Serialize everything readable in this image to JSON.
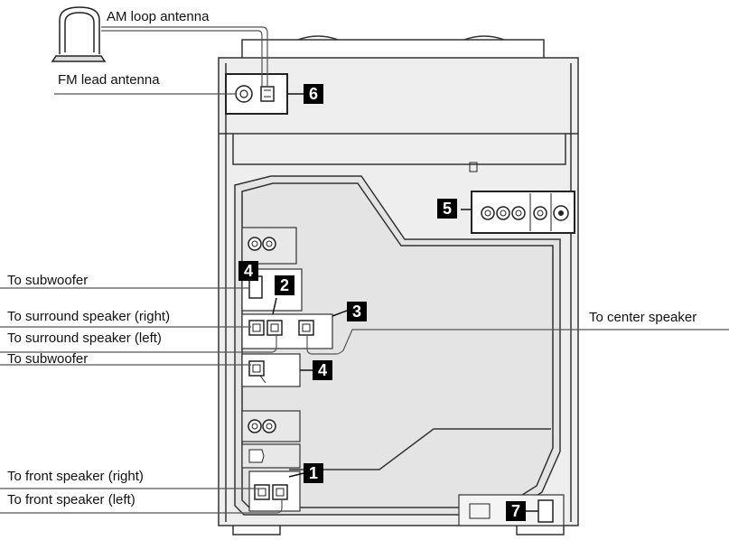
{
  "labels": {
    "am_loop_antenna": "AM loop antenna",
    "fm_lead_antenna": "FM lead antenna",
    "to_subwoofer_top": "To subwoofer",
    "to_surround_right": "To surround speaker (right)",
    "to_surround_left": "To surround speaker (left)",
    "to_subwoofer_bottom": "To subwoofer",
    "to_center": "To center speaker",
    "to_front_right": "To front speaker (right)",
    "to_front_left": "To front speaker (left)"
  },
  "badges": {
    "b1": "1",
    "b2": "2",
    "b3": "3",
    "b4_top": "4",
    "b4_bottom": "4",
    "b5": "5",
    "b6": "6",
    "b7": "7"
  }
}
